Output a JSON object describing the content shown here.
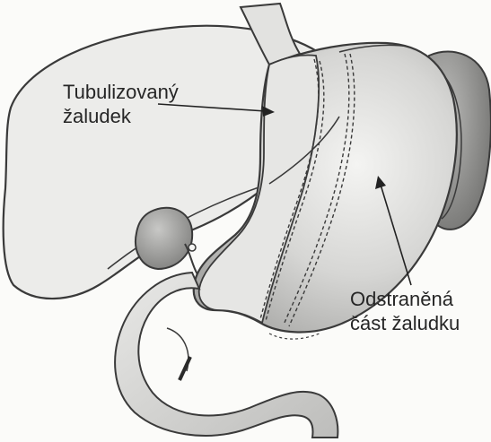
{
  "labels": {
    "tubular_stomach": [
      "Tubulizovaný",
      "žaludek"
    ],
    "removed_part": [
      "Odstraněná",
      "část žaludku"
    ]
  },
  "colors": {
    "outline": "#3a3a3a",
    "organ_fill": "#e4e4e2",
    "stomach_fill": "#d2d2d0",
    "spleen_fill": "#8c8c8a",
    "gallbladder_fill": "#a4a4a2",
    "text": "#262626"
  }
}
